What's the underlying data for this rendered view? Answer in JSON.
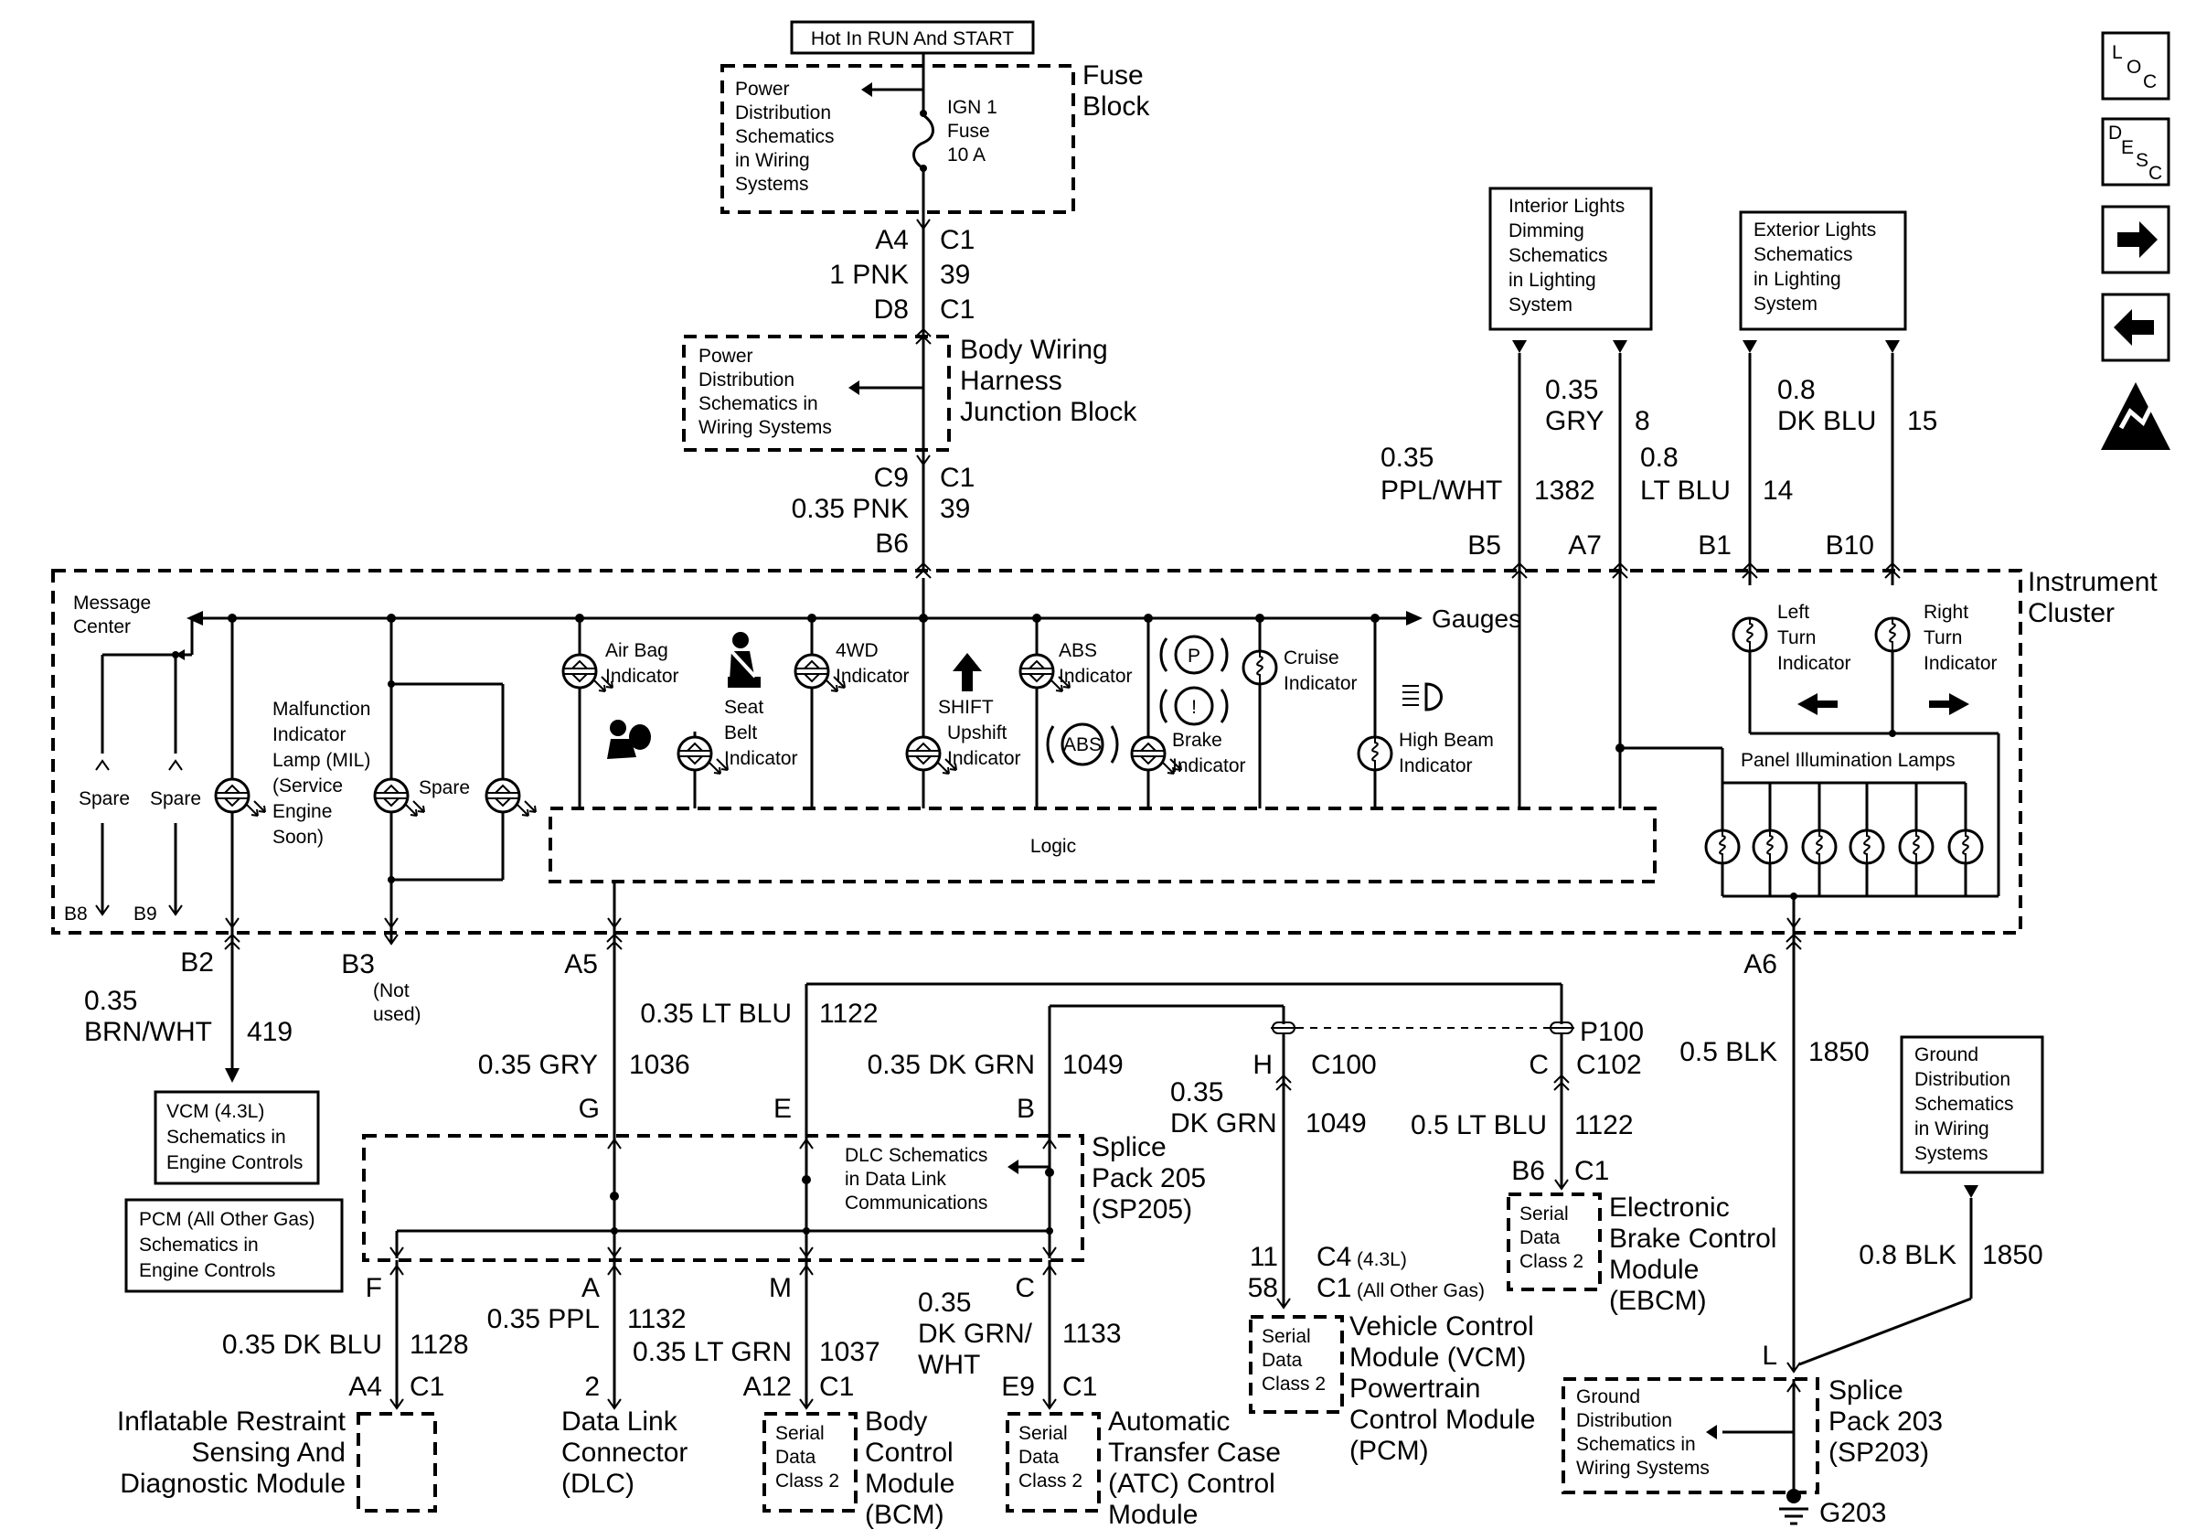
{
  "fuse_block": {
    "hot_label": "Hot In RUN And START",
    "title": [
      "Fuse",
      "Block"
    ],
    "ref": [
      "Power",
      "Distribution",
      "Schematics",
      "in Wiring",
      "Systems"
    ],
    "fuse": [
      "IGN 1",
      "Fuse",
      "10 A"
    ]
  },
  "wire_fuse_to_jb": {
    "top_conn": [
      "A4",
      "C1"
    ],
    "gauge_color": "1 PNK",
    "circuit": "39",
    "bot_conn": [
      "D8",
      "C1"
    ]
  },
  "junction_block": {
    "title": [
      "Body Wiring",
      "Harness",
      "Junction Block"
    ],
    "ref": [
      "Power",
      "Distribution",
      "Schematics in",
      "Wiring Systems"
    ]
  },
  "wire_jb_to_cluster": {
    "top_conn": [
      "C9",
      "C1"
    ],
    "gauge_color": "0.35 PNK",
    "circuit": "39",
    "pin": "B6"
  },
  "interior_dimming": {
    "ref": [
      "Interior Lights",
      "Dimming",
      "Schematics",
      "in Lighting",
      "System"
    ]
  },
  "exterior_lights": {
    "ref": [
      "Exterior Lights",
      "Schematics",
      "in Lighting",
      "System"
    ]
  },
  "wire_b5": {
    "gauge": "0.35",
    "color": "PPL/WHT",
    "circuit": "1382",
    "pin": "B5"
  },
  "wire_a7": {
    "gauge": "0.35",
    "color": "GRY",
    "circuit": "8",
    "pin": "A7"
  },
  "wire_b1": {
    "gauge": "0.8",
    "color": "LT BLU",
    "circuit": "14",
    "pin": "B1"
  },
  "wire_b10": {
    "gauge": "0.8",
    "color": "DK BLU",
    "circuit": "15",
    "pin": "B10"
  },
  "side_icons": {
    "loc": [
      "L",
      "O",
      "C"
    ],
    "desc": [
      "D",
      "E",
      "S",
      "C"
    ]
  },
  "cluster": {
    "title": [
      "Instrument",
      "Cluster"
    ],
    "message_center": [
      "Message",
      "Center"
    ],
    "gauges": "Gauges",
    "spare": "Spare",
    "mil": [
      "Malfunction",
      "Indicator",
      "Lamp (MIL)",
      "(Service",
      "Engine",
      "Soon)"
    ],
    "air_bag": [
      "Air Bag",
      "Indicator"
    ],
    "seat_belt": [
      "Seat",
      "Belt",
      "Indicator"
    ],
    "fwd": [
      "4WD",
      "Indicator"
    ],
    "shift": [
      "SHIFT",
      "Upshift",
      "Indicator"
    ],
    "abs": [
      "ABS",
      "Indicator"
    ],
    "abs_symbol": "ABS",
    "park_symbol": "P",
    "brake_symbol": "!",
    "brake": [
      "Brake",
      "Indicator"
    ],
    "cruise": [
      "Cruise",
      "Indicator"
    ],
    "high_beam": [
      "High Beam",
      "Indicator"
    ],
    "left_turn": [
      "Left",
      "Turn",
      "Indicator"
    ],
    "right_turn": [
      "Right",
      "Turn",
      "Indicator"
    ],
    "panel_lamps": "Panel Illumination Lamps",
    "logic": "Logic",
    "pins": {
      "b8": "B8",
      "b9": "B9",
      "b2": "B2",
      "b3": "B3",
      "a5": "A5",
      "a6": "A6"
    }
  },
  "b3_note": [
    "(Not",
    "used)"
  ],
  "wire_b2": {
    "gauge": "0.35",
    "color": "BRN/WHT",
    "circuit": "419"
  },
  "vcm_ref": [
    "VCM (4.3L)",
    "Schematics in",
    "Engine Controls"
  ],
  "pcm_ref": [
    "PCM (All Other Gas)",
    "Schematics in",
    "Engine Controls"
  ],
  "wire_a5": {
    "gauge_color": "0.35 GRY",
    "circuit": "1036"
  },
  "wire_e": {
    "gauge_color": "0.35 LT BLU",
    "circuit": "1122"
  },
  "wire_b": {
    "gauge_color": "0.35 DK GRN",
    "circuit": "1049"
  },
  "sp205": {
    "title": [
      "Splice",
      "Pack 205",
      "(SP205)"
    ],
    "ref": [
      "DLC Schematics",
      "in Data Link",
      "Communications"
    ],
    "top_pins": [
      "G",
      "E",
      "B"
    ],
    "bot_pins": [
      "F",
      "A",
      "M",
      "C"
    ]
  },
  "inline": {
    "h": "H",
    "c100": "C100",
    "c": "C",
    "c102": "C102",
    "p100": "P100"
  },
  "wire_vcm": {
    "gauge": "0.35",
    "color": "DK GRN",
    "circuit": "1049"
  },
  "wire_ebcm": {
    "gauge_color": "0.5 LT BLU",
    "circuit": "1122",
    "conn": [
      "B6",
      "C1"
    ]
  },
  "ebcm": {
    "serial": [
      "Serial",
      "Data",
      "Class 2"
    ],
    "title": [
      "Electronic",
      "Brake Control",
      "Module",
      "(EBCM)"
    ]
  },
  "vcm": {
    "conn_a": [
      "11",
      "C4",
      "(4.3L)"
    ],
    "conn_b": [
      "58",
      "C1",
      "(All Other Gas)"
    ],
    "serial": [
      "Serial",
      "Data",
      "Class 2"
    ],
    "title": [
      "Vehicle Control",
      "Module (VCM)",
      "Powertrain",
      "Control Module",
      "(PCM)"
    ]
  },
  "wire_a6": {
    "gauge_color": "0.5 BLK",
    "circuit": "1850"
  },
  "ground_ref_top": [
    "Ground",
    "Distribution",
    "Schematics",
    "in Wiring",
    "Systems"
  ],
  "wire_ground": {
    "gauge_color": "0.8 BLK",
    "circuit": "1850"
  },
  "sp203": {
    "pin": "L",
    "title": [
      "Splice",
      "Pack 203",
      "(SP203)"
    ],
    "ref": [
      "Ground",
      "Distribution",
      "Schematics in",
      "Wiring Systems"
    ],
    "ground": "G203"
  },
  "wire_f": {
    "gauge_color": "0.35 DK BLU",
    "circuit": "1128",
    "conn": [
      "A4",
      "C1"
    ]
  },
  "wire_a": {
    "gauge_color": "0.35 PPL",
    "circuit": "1132",
    "conn": "2"
  },
  "wire_m": {
    "gauge_color": "0.35 LT GRN",
    "circuit": "1037",
    "conn": [
      "A12",
      "C1"
    ]
  },
  "wire_c": {
    "gauge": "0.35",
    "color": [
      "DK GRN/",
      "WHT"
    ],
    "circuit": "1133",
    "conn": [
      "E9",
      "C1"
    ]
  },
  "sdm": {
    "title": [
      "Inflatable Restraint",
      "Sensing And",
      "Diagnostic Module"
    ]
  },
  "dlc": {
    "title": [
      "Data Link",
      "Connector",
      "(DLC)"
    ]
  },
  "bcm": {
    "serial": [
      "Serial",
      "Data",
      "Class 2"
    ],
    "title": [
      "Body",
      "Control",
      "Module",
      "(BCM)"
    ]
  },
  "atc": {
    "serial": [
      "Serial",
      "Data",
      "Class 2"
    ],
    "title": [
      "Automatic",
      "Transfer Case",
      "(ATC) Control",
      "Module"
    ]
  }
}
